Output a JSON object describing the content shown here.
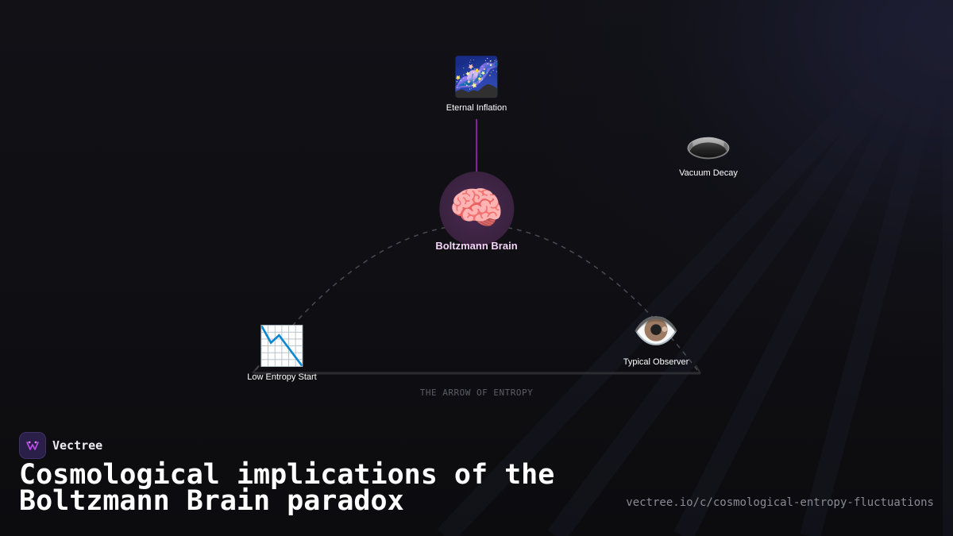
{
  "diagram": {
    "center": {
      "label": "Boltzmann Brain",
      "icon": "brain-icon",
      "glyph": "🧠"
    },
    "nodes": {
      "top": {
        "label": "Eternal Inflation",
        "icon": "milky-way-icon",
        "glyph": "🌌"
      },
      "top_right": {
        "label": "Vacuum Decay",
        "icon": "hole-icon",
        "glyph": "🕳️"
      },
      "left": {
        "label": "Low Entropy Start",
        "icon": "chart-decreasing-icon",
        "glyph": "📉"
      },
      "right": {
        "label": "Typical Observer",
        "icon": "eye-icon",
        "glyph": "👁️"
      }
    },
    "axis_caption": "THE ARROW OF ENTROPY",
    "colors": {
      "connector": "#8a1fa3",
      "arc": "#4a4a52",
      "baseline": "#2c2c31",
      "center_label": "#f3d4f7"
    }
  },
  "brand": {
    "name": "Vectree",
    "logo": "vectree-logo-icon",
    "logo_color": "#c04cf0"
  },
  "title": "Cosmological implications of the Boltzmann Brain paradox",
  "url": "vectree.io/c/cosmological-entropy-fluctuations"
}
